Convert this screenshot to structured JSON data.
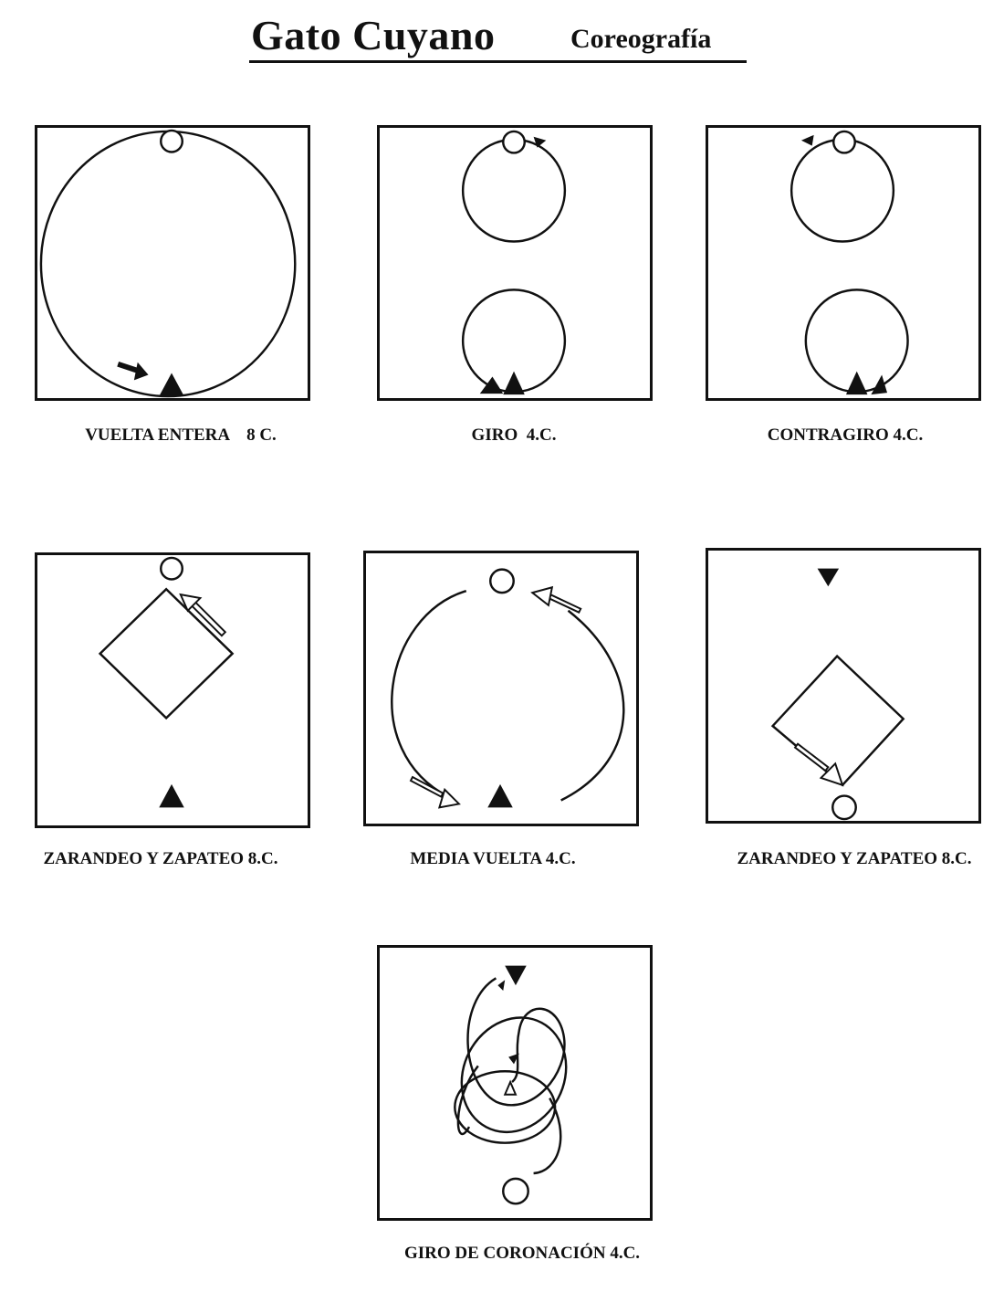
{
  "header": {
    "title": "Gato Cuyano",
    "subtitle": "Coreografía"
  },
  "figures": [
    {
      "caption": "VUELTA ENTERA    8 C."
    },
    {
      "caption": "GIRO  4.C."
    },
    {
      "caption": "CONTRAGIRO 4.C."
    },
    {
      "caption": "ZARANDEO Y ZAPATEO 8.C."
    },
    {
      "caption": "MEDIA VUELTA 4.C."
    },
    {
      "caption": "ZARANDEO Y ZAPATEO 8.C."
    },
    {
      "caption": "GIRO DE CORONACIÓN 4.C."
    }
  ]
}
